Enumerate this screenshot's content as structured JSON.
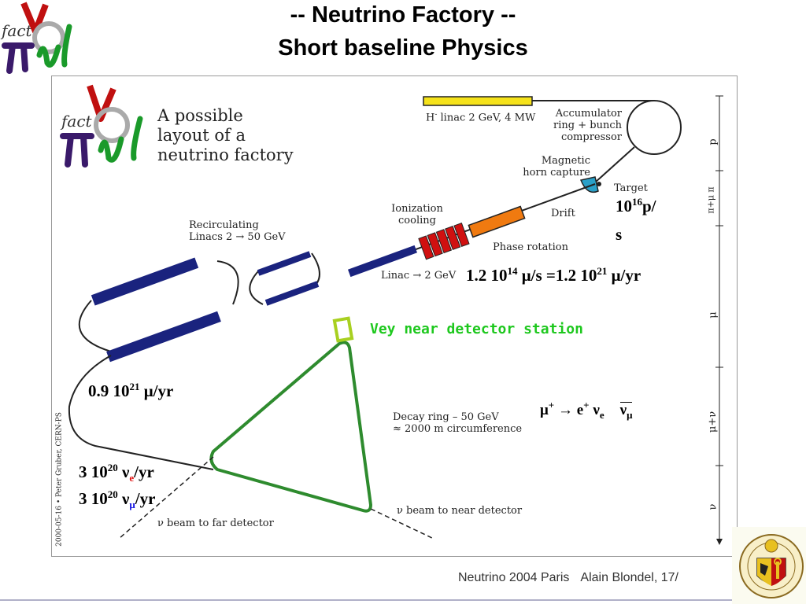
{
  "slide": {
    "title_line1": "-- Neutrino Factory --",
    "title_line2": "Short baseline Physics"
  },
  "diagram": {
    "heading_line1": "A possible",
    "heading_line2": "layout of a",
    "heading_line3": "neutrino factory",
    "linac_h": "H",
    "linac_h_sup": "-",
    "linac_h_rest": " linac 2 GeV, 4 MW",
    "accumulator_1": "Accumulator",
    "accumulator_2": "ring + bunch",
    "accumulator_3": "compressor",
    "magnetic_1": "Magnetic",
    "magnetic_2": "horn capture",
    "target": "Target",
    "drift": "Drift",
    "ionization_1": "Ionization",
    "ionization_2": "cooling",
    "phase_rotation": "Phase rotation",
    "recirc_1": "Recirculating",
    "recirc_2": "Linacs 2 → 50 GeV",
    "linac2": "Linac → 2 GeV",
    "decay_1": "Decay ring – 50 GeV",
    "decay_2": "≈ 2000 m circumference",
    "beam_far": "ν beam to far detector",
    "beam_near": "ν beam to near detector",
    "credit": "2000-05-16 • Peter Gruber, CERN-PS",
    "axis_labels": [
      "p",
      "π+μ π",
      "μ",
      "μ+ν",
      "ν"
    ],
    "near_station": "Vey near detector station"
  },
  "annotations": {
    "protons_base": "10",
    "protons_exp": "16",
    "protons_unit_1": "p/",
    "protons_unit_2": "s",
    "muon_rate_a": "1.2 10",
    "muon_rate_a_exp": "14",
    "muon_rate_b": " μ/s =1.2 10",
    "muon_rate_b_exp": "21",
    "muon_rate_c": " μ/yr",
    "ring_rate": "0.9 10",
    "ring_rate_exp": "21",
    "ring_rate_unit": " μ/yr",
    "decay_mu": "μ",
    "decay_mu_sup": "+",
    "decay_arrow": " → e",
    "decay_e_sup": "+",
    "decay_nu": " ν",
    "decay_nu_sub": "e",
    "decay_nubar": "ν",
    "decay_nubar_sub": "μ",
    "nue_rate": "3 10",
    "nue_exp": "20",
    "nue_nu": " ν",
    "nue_sub": "e",
    "nue_unit": "/yr",
    "numu_rate": "3 10",
    "numu_exp": "20",
    "numu_nu": " ν",
    "numu_sub": "μ",
    "numu_unit": "/yr"
  },
  "footer": {
    "conference": "Neutrino 2004 Paris",
    "author": "Alain Blondel, 17/"
  },
  "colors": {
    "linac_blue": "#1a237e",
    "cooling_red": "#d01010",
    "phase_orange": "#f07a10",
    "h_linac_yellow": "#f5e21a",
    "decay_green": "#2e8b2e",
    "near_label_green": "#1ec81e",
    "nu_e_red": "#e01010",
    "nu_mu_blue": "#1010e0"
  }
}
